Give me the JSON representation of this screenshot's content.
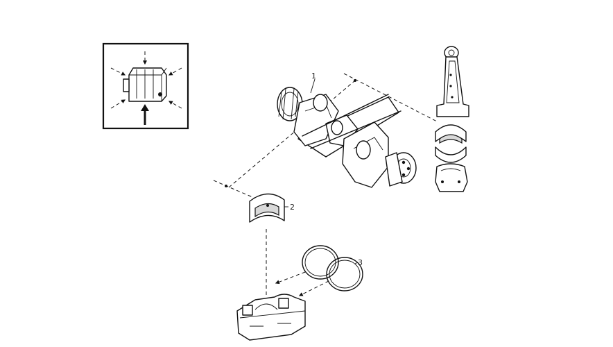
{
  "diagram": {
    "callouts": [
      {
        "id": "crankshaft",
        "label": "1"
      },
      {
        "id": "main-bearing-shell",
        "label": "2"
      },
      {
        "id": "thrust-washers",
        "label": "3"
      }
    ],
    "colors": {
      "line": "#111111",
      "background": "#ffffff",
      "shade": "#d9d9d9"
    }
  }
}
